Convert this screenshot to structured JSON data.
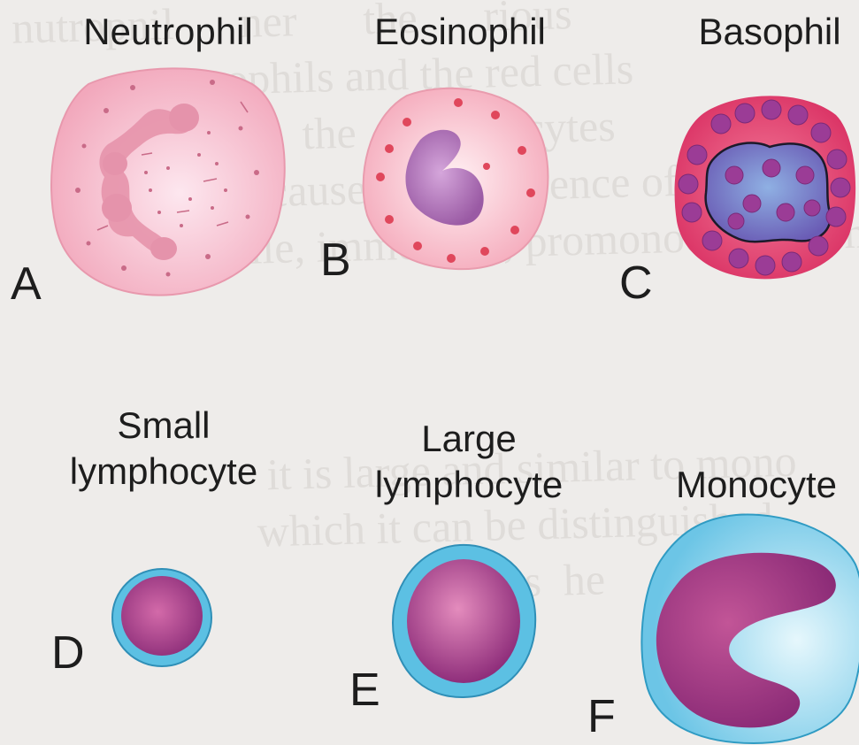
{
  "cells": [
    {
      "id": "A",
      "letter": "A",
      "name_lines": [
        "Neutrophil"
      ]
    },
    {
      "id": "B",
      "letter": "B",
      "name_lines": [
        "Eosinophil"
      ]
    },
    {
      "id": "C",
      "letter": "C",
      "name_lines": [
        "Basophil"
      ]
    },
    {
      "id": "D",
      "letter": "D",
      "name_lines": [
        "Small",
        "lymphocyte"
      ]
    },
    {
      "id": "E",
      "letter": "E",
      "name_lines": [
        "Large",
        "lymphocyte"
      ]
    },
    {
      "id": "F",
      "letter": "F",
      "name_lines": [
        "Monocyte"
      ]
    }
  ],
  "colors": {
    "neutrophil_cytoplasm": "#f5b6c6",
    "neutrophil_nucleus": "#e595ad",
    "eosinophil_cytoplasm": "#f7b4c2",
    "eosinophil_granule": "#e0475c",
    "eosinophil_nucleus": "#b270b4",
    "basophil_cytoplasm": "#e2426f",
    "basophil_granule": "#9b3c96",
    "basophil_nucleus": "#7b70c2",
    "lymphocyte_rim": "#5cc0e3",
    "lymphocyte_nucleus": "#a23d8b",
    "monocyte_cytoplasm": "#7fcde8",
    "monocyte_nucleus": "#a63b84",
    "label_text": "#1d1d1d"
  },
  "icons": {
    "A": "neutrophil-cell-icon",
    "B": "eosinophil-cell-icon",
    "C": "basophil-cell-icon",
    "D": "small-lymphocyte-cell-icon",
    "E": "large-lymphocyte-cell-icon",
    "F": "monocyte-cell-icon"
  }
}
